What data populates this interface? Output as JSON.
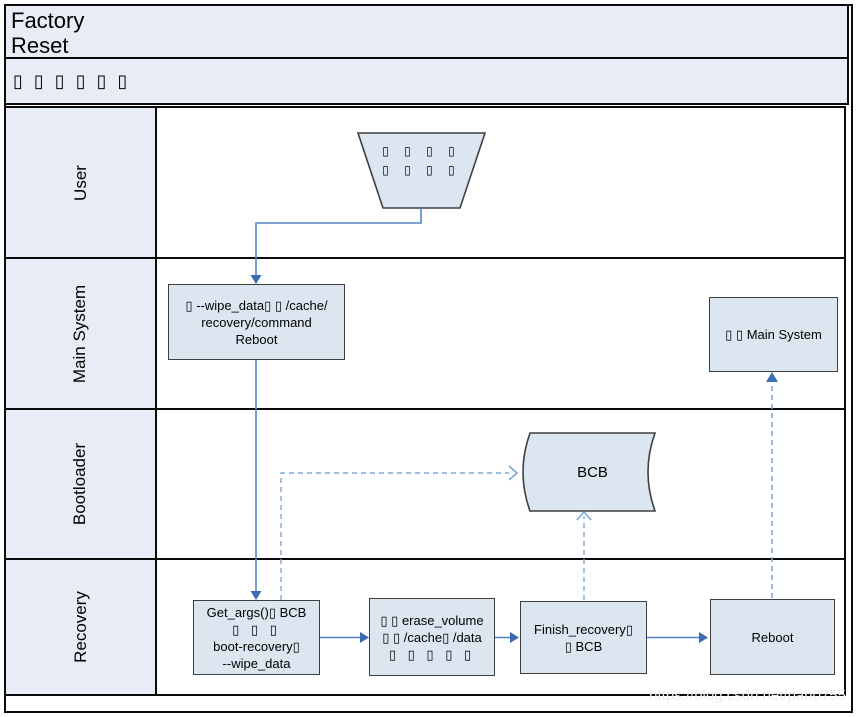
{
  "title": {
    "line1": "Factory",
    "line2": "Reset"
  },
  "subtitle_glyphs": "▯▯▯▯▯▯",
  "lanes": [
    {
      "label": "User"
    },
    {
      "label": "Main System"
    },
    {
      "label": "Bootloader"
    },
    {
      "label": "Recovery"
    }
  ],
  "nodes": {
    "manual_input": {
      "line1": "▯ ▯ ▯ ▯",
      "line2": "▯ ▯ ▯ ▯"
    },
    "wipe_command": {
      "line1": "▯ --wipe_data▯ ▯ /cache/",
      "line2": "recovery/command",
      "line3": "Reboot"
    },
    "main_system": {
      "label": "▯ ▯ Main System"
    },
    "bcb": {
      "label": "BCB"
    },
    "get_args": {
      "line1": "Get_args()▯ BCB",
      "line2": "▯ ▯ ▯",
      "line3": "boot-recovery▯",
      "line4": "--wipe_data"
    },
    "erase_volume": {
      "line1": "▯ ▯ erase_volume",
      "line2": "▯ ▯ /cache▯ /data",
      "line3": "▯ ▯ ▯ ▯ ▯"
    },
    "finish_recovery": {
      "line1": "Finish_recovery▯",
      "line2": "▯ BCB"
    },
    "reboot": {
      "label": "Reboot"
    }
  },
  "watermark": "https://blog.csdn.net/pan0755",
  "colors": {
    "shape_fill": "#dce6f1",
    "shape_border": "#3f3f3f",
    "band_fill": "#e7ecf6",
    "lane_border": "#0a0a0a",
    "connector_solid": "#5585c2",
    "connector_dashed": "#7da7d8",
    "arrowhead_solid": "#3a6bb0",
    "arrowhead_dashed_filled": "#3f6fb5"
  }
}
